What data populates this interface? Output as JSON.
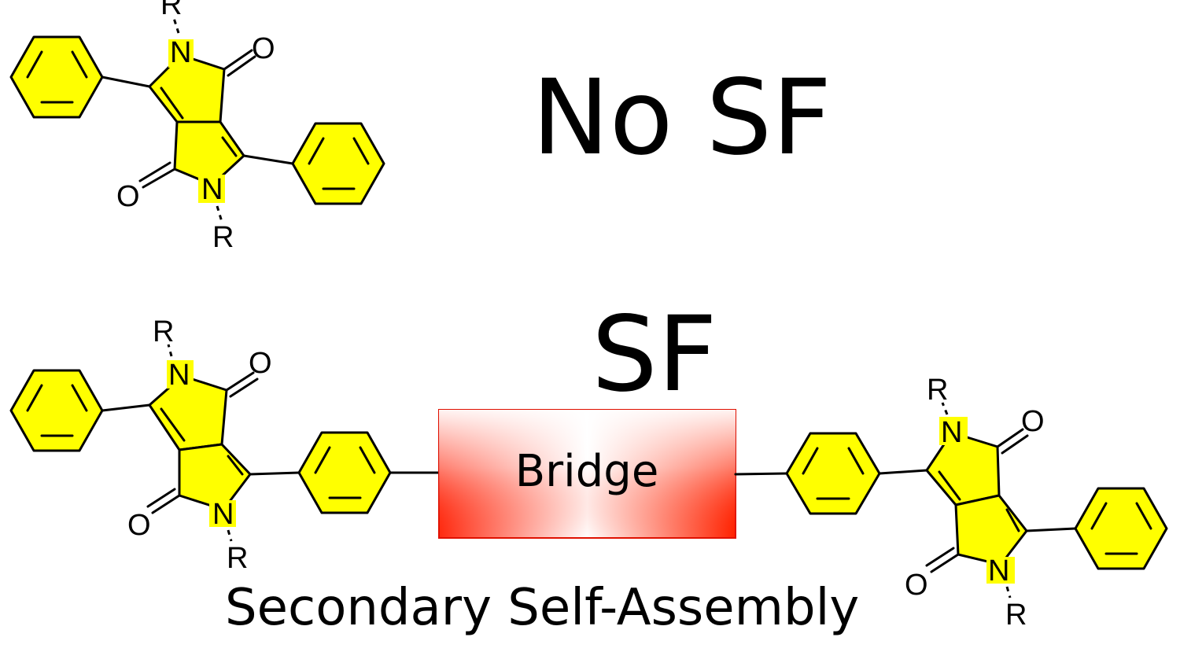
{
  "labels": {
    "no_sf": "No SF",
    "sf": "SF",
    "bridge": "Bridge",
    "secondary": "Secondary Self-Assembly"
  },
  "atoms": {
    "nitrogen": "N",
    "oxygen": "O",
    "substituent": "R"
  },
  "colors": {
    "ring_fill": "#ffff00",
    "bridge_red": "#ff2200"
  }
}
